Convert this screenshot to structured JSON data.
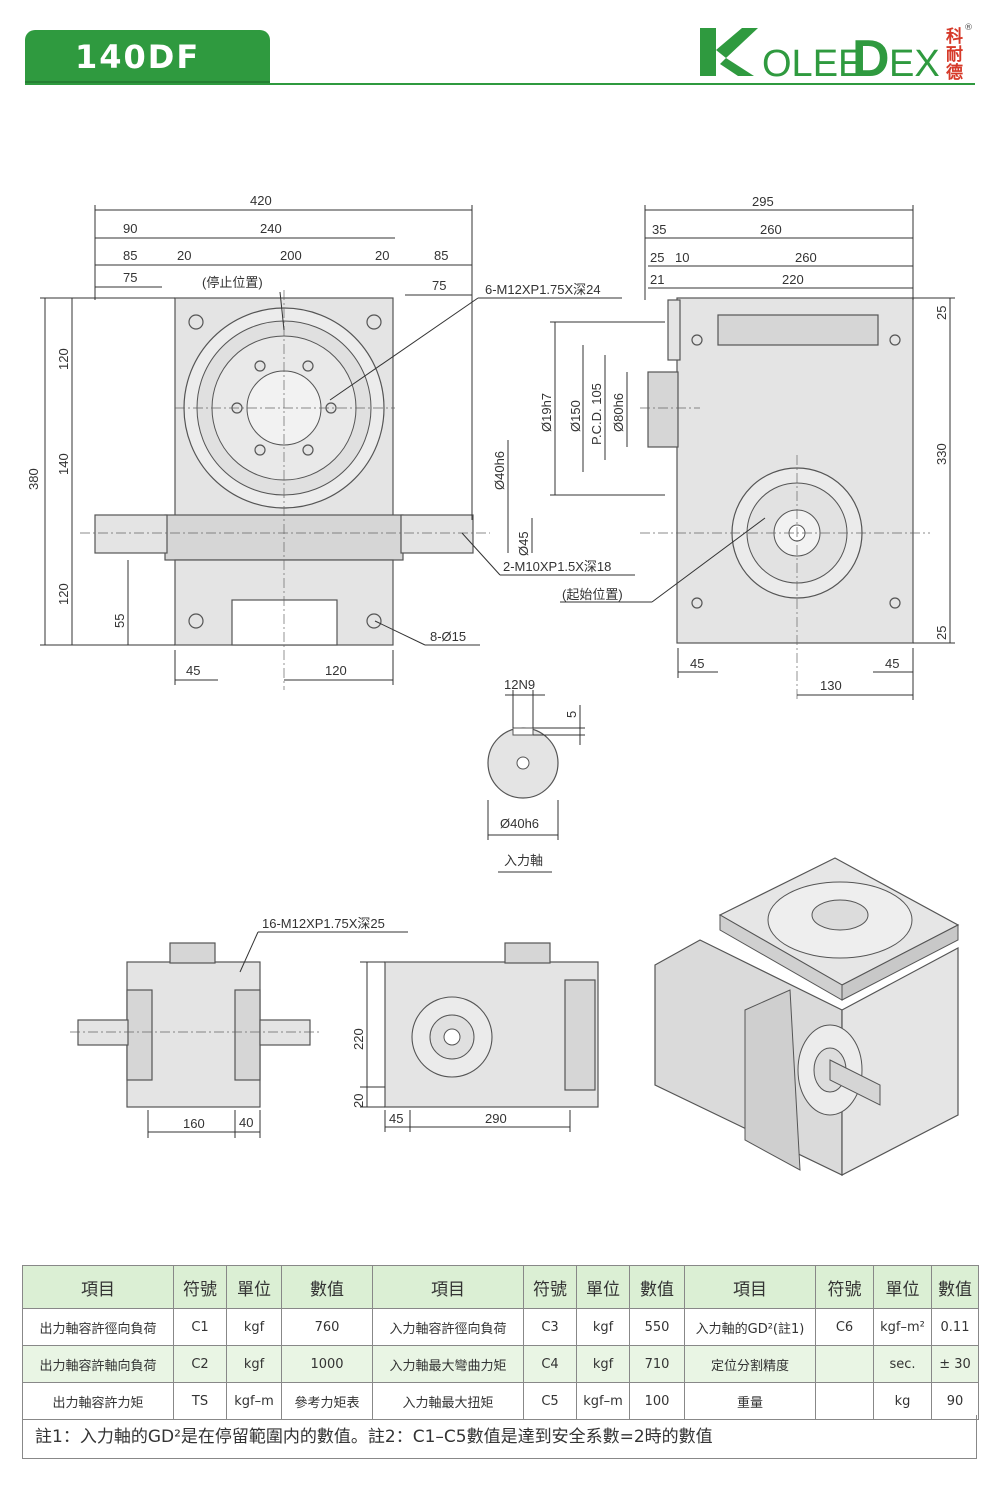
{
  "header": {
    "model": "140DF",
    "brand_latin": "KOLEEDEX",
    "brand_chinese": [
      "科",
      "耐",
      "德"
    ],
    "registered_mark": "®",
    "accent_color": "#2f9a3f"
  },
  "front_view": {
    "dims": {
      "total_width": "420",
      "d90": "90",
      "d240": "240",
      "d85_left": "85",
      "d20_left": "20",
      "d200": "200",
      "d20_right": "20",
      "d85_right": "85",
      "d75_left": "75",
      "d75_right": "75",
      "h380": "380",
      "h120_top": "120",
      "h140": "140",
      "h120_bottom": "120",
      "h55": "55",
      "b45": "45",
      "b120": "120",
      "shaft_d40": "Ø40h6",
      "shaft_d45": "Ø45"
    },
    "labels": {
      "stop_position": "(停止位置)",
      "tapped_holes_top": "6-M12XP1.75X深24",
      "tapped_holes_input": "2-M10XP1.5X深18",
      "mount_holes": "8-Ø15",
      "start_position": "(起始位置)"
    }
  },
  "side_view": {
    "dims": {
      "total_width": "295",
      "d35": "35",
      "d260_top": "260",
      "d25": "25",
      "d10": "10",
      "d260": "260",
      "d21": "21",
      "d220": "220",
      "v25_top": "25",
      "v330": "330",
      "v25_bottom": "25",
      "b45_left": "45",
      "b45_right": "45",
      "b130": "130",
      "dia_19h7": "Ø19h7",
      "dia_150": "Ø150",
      "pcd": "P.C.D. 105",
      "dia_80h6": "Ø80h6"
    }
  },
  "input_shaft_detail": {
    "keyway": "12N9",
    "key_depth": "5",
    "diameter": "Ø40h6",
    "caption": "入力軸"
  },
  "bottom_views": {
    "tapped_holes": "16-M12XP1.75X深25",
    "d160": "160",
    "d40": "40",
    "v220": "220",
    "v20": "20",
    "d45": "45",
    "d290": "290"
  },
  "spec_table": {
    "headers": [
      "項目",
      "符號",
      "單位",
      "數值",
      "項目",
      "符號",
      "單位",
      "數值",
      "項目",
      "符號",
      "單位",
      "數值"
    ],
    "rows": [
      [
        "出力軸容許徑向負荷",
        "C1",
        "kgf",
        "760",
        "入力軸容許徑向負荷",
        "C3",
        "kgf",
        "550",
        "入力軸的GD²(註1)",
        "C6",
        "kgf–m²",
        "0.11"
      ],
      [
        "出力軸容許軸向負荷",
        "C2",
        "kgf",
        "1000",
        "入力軸最大彎曲力矩",
        "C4",
        "kgf",
        "710",
        "定位分割精度",
        "",
        "sec.",
        "± 30"
      ],
      [
        "出力軸容許力矩",
        "TS",
        "kgf–m",
        "參考力矩表",
        "入力軸最大扭矩",
        "C5",
        "kgf–m",
        "100",
        "重量",
        "",
        "kg",
        "90"
      ]
    ],
    "note": "註1：入力軸的GD²是在停留範圍内的數值。註2：C1–C5數值是達到安全系數=2時的數值"
  }
}
